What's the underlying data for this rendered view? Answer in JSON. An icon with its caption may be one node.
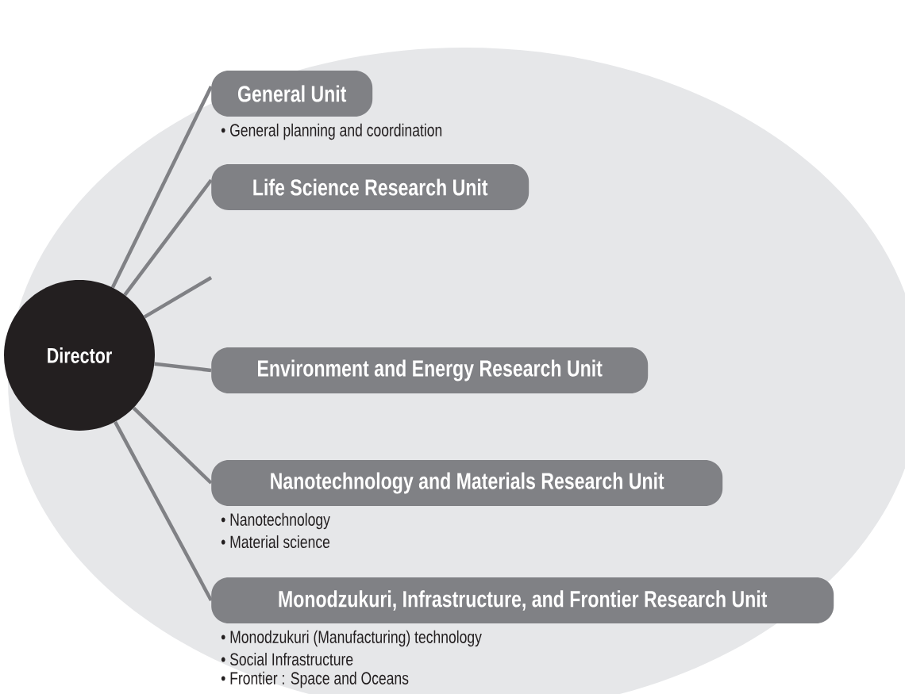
{
  "diagram": {
    "nodes": [
      {
        "text": [
          "Director"
        ]
      },
      {
        "text": [
          "General Unit"
        ],
        "beside": [
          "• General planning and coordination"
        ]
      },
      {
        "text": [
          "Life Science Research Unit"
        ]
      },
      {
        "text": [
          "Environment and Energy Research Unit"
        ]
      },
      {
        "text": [
          "Nanotechnology and  Materials Research Unit"
        ],
        "beside": [
          "• Nanotechnology",
          "• Material science"
        ]
      },
      {
        "text": [
          "Monodzukuri, Infrastructure, and Frontier Research Unit"
        ],
        "beside": [
          "• Monodzukuri (Manufacturing) technology",
          "• Social Infrastructure",
          "• Frontier : Space and Oceans"
        ]
      }
    ],
    "edges": [
      {
        "from": 0,
        "to": 1,
        "arrow": "none"
      },
      {
        "from": 0,
        "to": 2,
        "arrow": "none"
      },
      {
        "from": 0,
        "to": null,
        "arrow": "none"
      },
      {
        "from": 0,
        "to": 3,
        "arrow": "none"
      },
      {
        "from": 0,
        "to": 4,
        "arrow": "none"
      },
      {
        "from": 0,
        "to": 5,
        "arrow": "none"
      }
    ]
  }
}
